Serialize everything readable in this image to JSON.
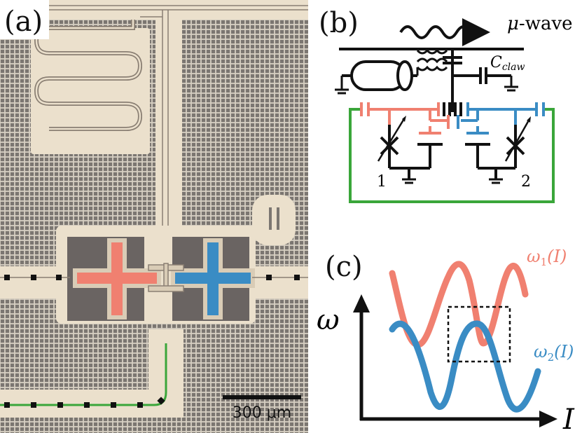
{
  "panels": {
    "a": {
      "label": "(a)",
      "scale_bar_label": "300 μm"
    },
    "b": {
      "label": "(b)",
      "mwave_mu": "μ",
      "mwave_rest": "-wave",
      "claw_C": "C",
      "claw_sub": "claw",
      "qubit1": "1",
      "qubit2": "2"
    },
    "c": {
      "label": "(c)",
      "y_axis": "ω",
      "x_axis": "I",
      "curve1": {
        "w": "ω",
        "sub": "1",
        "arg": "(I)"
      },
      "curve2": {
        "w": "ω",
        "sub": "2",
        "arg": "(I)"
      }
    }
  },
  "colors": {
    "qubit1": "#f08070",
    "qubit2": "#3a8cc4",
    "bus": "#3aa63a",
    "chip_bg": "#7f7a74",
    "metal": "#ebe0cc",
    "dark_gap": "#5e5856"
  }
}
